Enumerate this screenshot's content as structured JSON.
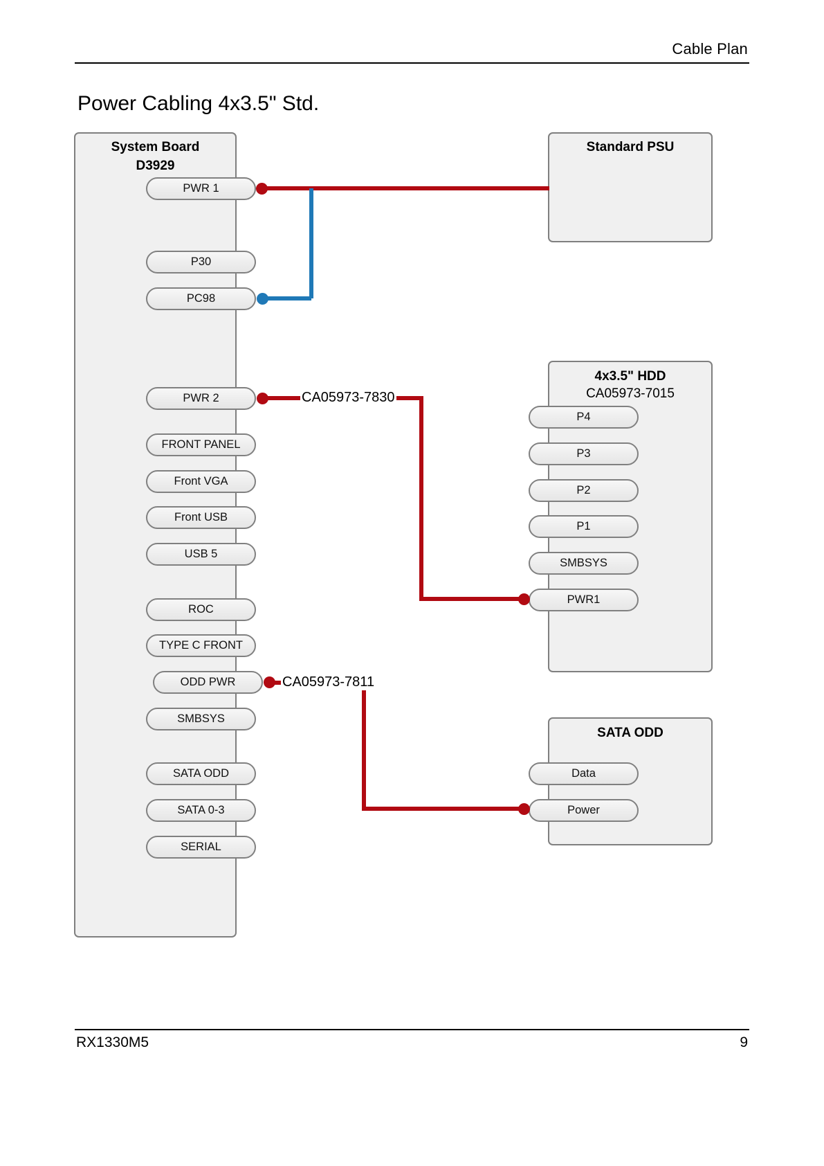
{
  "header": {
    "right_text": "Cable Plan"
  },
  "footer": {
    "left_text": "RX1330M5",
    "page_number": "9"
  },
  "title": "Power Cabling 4x3.5\" Std.",
  "colors": {
    "cable_red": "#b10a12",
    "cable_blue": "#1f79b7",
    "box_fill": "#f0f0f0",
    "box_border": "#7f7f7f"
  },
  "system_board": {
    "title": "System Board",
    "subtitle": "D3929",
    "connectors": [
      {
        "label": "PWR 1"
      },
      {
        "label": "P30"
      },
      {
        "label": "PC98"
      },
      {
        "label": "PWR 2"
      },
      {
        "label": "FRONT PANEL"
      },
      {
        "label": "Front VGA"
      },
      {
        "label": "Front USB"
      },
      {
        "label": "USB 5"
      },
      {
        "label": "ROC"
      },
      {
        "label": "TYPE C FRONT"
      },
      {
        "label": "ODD PWR"
      },
      {
        "label": "SMBSYS"
      },
      {
        "label": "SATA ODD"
      },
      {
        "label": "SATA 0-3"
      },
      {
        "label": "SERIAL"
      }
    ]
  },
  "psu": {
    "title": "Standard PSU"
  },
  "hdd": {
    "title": "4x3.5\" HDD",
    "subtitle": "CA05973-7015",
    "connectors": [
      {
        "label": "P4"
      },
      {
        "label": "P3"
      },
      {
        "label": "P2"
      },
      {
        "label": "P1"
      },
      {
        "label": "SMBSYS"
      },
      {
        "label": "PWR1"
      }
    ]
  },
  "odd": {
    "title": "SATA ODD",
    "connectors": [
      {
        "label": "Data"
      },
      {
        "label": "Power"
      }
    ]
  },
  "cables": [
    {
      "label": "CA05973-7830"
    },
    {
      "label": "CA05973-7811"
    }
  ]
}
